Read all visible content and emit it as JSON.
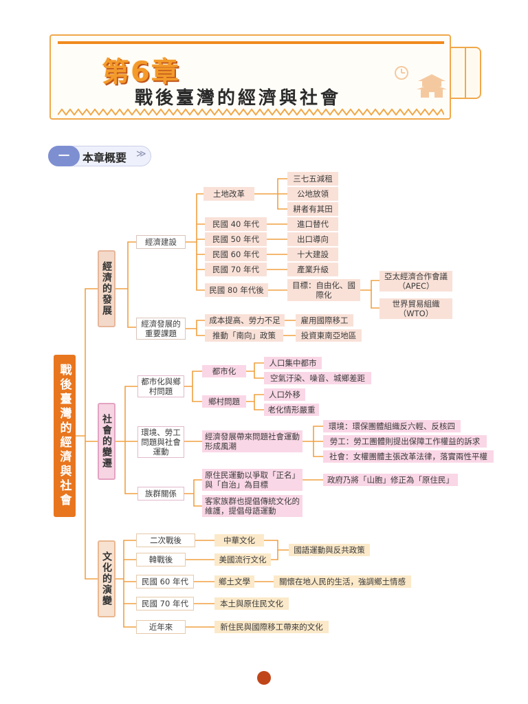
{
  "header": {
    "chapter": "第6章",
    "title": "戰後臺灣的經濟與社會"
  },
  "section": {
    "number": "一",
    "title": "本章概要"
  },
  "root": "戰後臺灣的經濟與社會",
  "econ": {
    "label": "經濟的發展",
    "build": "經濟建設",
    "land": "土地改革",
    "land_items": [
      "三七五減租",
      "公地放領",
      "耕者有其田"
    ],
    "decades": [
      {
        "era": "民國 40 年代",
        "policy": "進口替代"
      },
      {
        "era": "民國 50 年代",
        "policy": "出口導向"
      },
      {
        "era": "民國 60 年代",
        "policy": "十大建設"
      },
      {
        "era": "民國 70 年代",
        "policy": "產業升級"
      }
    ],
    "era80": "民國 80 年代後",
    "goal": "目標：自由化、國際化",
    "apec": "亞太經濟合作會議（APEC）",
    "wto": "世界貿易組織（WTO）",
    "issues": "經濟發展的重要課題",
    "issue1": "成本提高、勞力不足",
    "issue1_result": "雇用國際移工",
    "issue2": "推動「南向」政策",
    "issue2_result": "投資東南亞地區"
  },
  "society": {
    "label": "社會的變遷",
    "urban_rural": "都市化與鄉村問題",
    "urban": "都市化",
    "urban_items": [
      "人口集中都市",
      "空氣汙染、噪音、城鄉差距"
    ],
    "rural": "鄉村問題",
    "rural_items": [
      "人口外移",
      "老化情形嚴重"
    ],
    "env": "環境、勞工問題與社會運動",
    "env_desc": "經濟發展帶來問題社會運動形成風潮",
    "env_items": [
      "環境：環保團體組織反六輕、反核四",
      "勞工：勞工團體則提出保障工作權益的訴求",
      "社會：女權團體主張改革法律，落實兩性平權"
    ],
    "ethnic": "族群關係",
    "ethnic1": "原住民運動以爭取「正名」與「自治」為目標",
    "ethnic1_result": "政府乃將「山胞」修正為「原住民」",
    "ethnic2": "客家族群也提倡傳統文化的維護，提倡母語運動"
  },
  "culture": {
    "label": "文化的演變",
    "eras": [
      "二次戰後",
      "韓戰後",
      "民國 60 年代",
      "民國 70 年代",
      "近年來"
    ],
    "zh": "中華文化",
    "us": "美國流行文化",
    "policy": "國語運動與反共政策",
    "local": "鄉土文學",
    "local_desc": "關懷在地人民的生活，強調鄉土情感",
    "native": "本土與原住民文化",
    "new": "新住民與國際移工帶來的文化"
  },
  "colors": {
    "accent": "#e8761f",
    "econ": "#f3d9c9",
    "society": "#f6d4e2",
    "culture": "#f7e2d2",
    "line": "#f0a040"
  }
}
